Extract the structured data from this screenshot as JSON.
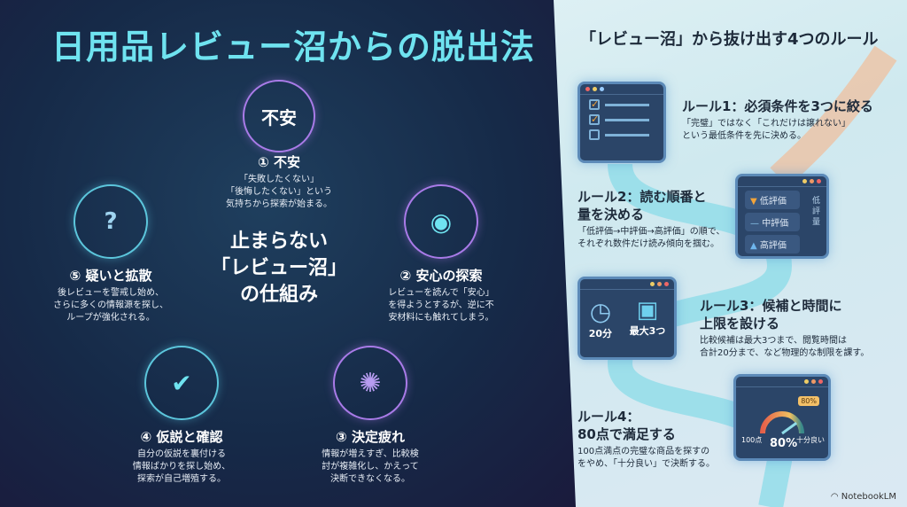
{
  "title": "日用品レビュー沼からの脱出法",
  "cycle": {
    "center": [
      "止まらない",
      "「レビュー沼」",
      "の仕組み"
    ],
    "top_icon_text": "不安",
    "steps": [
      {
        "label": "① 不安",
        "desc": [
          "「失敗したくない」",
          "「後悔したくない」という",
          "気持ちから探索が始まる。"
        ],
        "icon": "anxiety-text-icon"
      },
      {
        "label": "② 安心の探索",
        "desc": [
          "レビューを読んで「安心」",
          "を得ようとするが、逆に不",
          "安材料にも触れてしまう。"
        ],
        "icon": "eye-magnifier-icon"
      },
      {
        "label": "③ 決定疲れ",
        "desc": [
          "情報が増えすぎ、比較検",
          "討が複雑化し、かえって",
          "決断できなくなる。"
        ],
        "icon": "brain-icon"
      },
      {
        "label": "④ 仮説と確認",
        "desc": [
          "自分の仮説を裏付ける",
          "情報ばかりを探し始め、",
          "探索が自己増殖する。"
        ],
        "icon": "magnifier-check-icon"
      },
      {
        "label": "⑤ 疑いと拡散",
        "desc": [
          "後レビューを警戒し始め、",
          "さらに多くの情報源を探し、",
          "ループが強化される。"
        ],
        "icon": "question-windows-icon"
      }
    ]
  },
  "rules_title": "「レビュー沼」から抜け出す4つのルール",
  "rules": [
    {
      "title": [
        "ルール1：必須条件を3つに絞る"
      ],
      "desc": [
        "「完璧」ではなく「これだけは譲れない」",
        "という最低条件を先に決める。"
      ]
    },
    {
      "title": [
        "ルール2：読む順番と",
        "量を決める"
      ],
      "desc": [
        "「低評価→中評価→高評価」の順で、",
        "それぞれ数件だけ読み傾向を掴む。"
      ],
      "card": {
        "items": [
          "低評価",
          "中評価",
          "高評価"
        ],
        "side": "低評量"
      }
    },
    {
      "title": [
        "ルール3：候補と時間に",
        "上限を設ける"
      ],
      "desc": [
        "比較候補は最大3つまで、閲覧時間は",
        "合計20分まで、など物理的な制限を課す。"
      ],
      "card": {
        "time": "20分",
        "max": "最大3つ"
      }
    },
    {
      "title": [
        "ルール4：",
        "80点で満足する"
      ],
      "desc": [
        "100点満点の完璧な商品を探すの",
        "をやめ、「十分良い」で決断する。"
      ],
      "card": {
        "badge": "80%",
        "left": "100点",
        "value": "80%",
        "right": "十分良い",
        "gauge_level": 0.8
      }
    }
  ],
  "colors": {
    "title": "#6fe3f0",
    "accent_orange": "#f3a43a",
    "dark_bg": "#162a48"
  },
  "watermark": "NotebookLM"
}
